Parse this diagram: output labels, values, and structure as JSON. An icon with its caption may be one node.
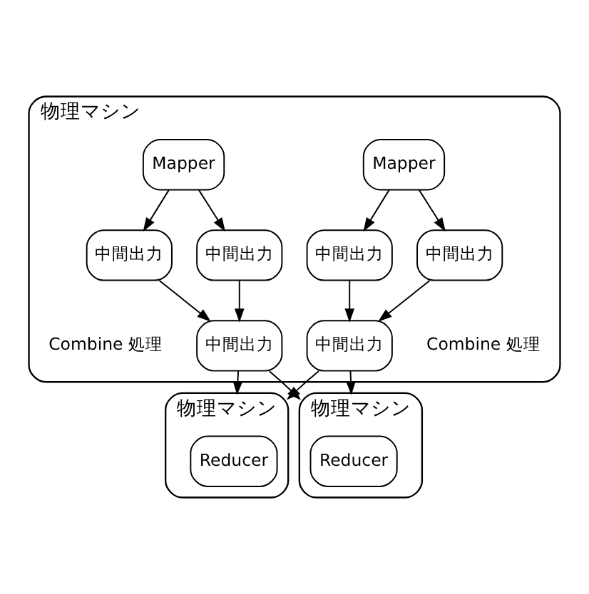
{
  "diagram": {
    "nodes": [
      {
        "text": [
          "物理マシン"
        ]
      },
      {
        "text": [
          "Mapper"
        ],
        "in": 0
      },
      {
        "text": [
          "Mapper"
        ],
        "in": 0
      },
      {
        "text": [
          "中間出力"
        ],
        "in": 0
      },
      {
        "text": [
          "中間出力"
        ],
        "in": 0
      },
      {
        "text": [
          "中間出力"
        ],
        "in": 0
      },
      {
        "text": [
          "中間出力"
        ],
        "in": 0
      },
      {
        "text": [
          "中間出力"
        ],
        "in": 0,
        "beside": [
          "Combine 処理"
        ]
      },
      {
        "text": [
          "中間出力"
        ],
        "in": 0,
        "beside": [
          "Combine 処理"
        ]
      },
      {
        "text": [
          "物理マシン"
        ]
      },
      {
        "text": [
          "Reducer"
        ],
        "in": 9
      },
      {
        "text": [
          "物理マシン"
        ]
      },
      {
        "text": [
          "Reducer"
        ],
        "in": 11
      }
    ],
    "edges": [
      {
        "from": 1,
        "to": 3,
        "arrow": "to"
      },
      {
        "from": 1,
        "to": 4,
        "arrow": "to"
      },
      {
        "from": 2,
        "to": 5,
        "arrow": "to"
      },
      {
        "from": 2,
        "to": 6,
        "arrow": "to"
      },
      {
        "from": 3,
        "to": 7,
        "arrow": "to"
      },
      {
        "from": 4,
        "to": 7,
        "arrow": "to"
      },
      {
        "from": 5,
        "to": 8,
        "arrow": "to"
      },
      {
        "from": 6,
        "to": 8,
        "arrow": "to"
      },
      {
        "from": 7,
        "to": 9,
        "arrow": "to"
      },
      {
        "from": 7,
        "to": 11,
        "arrow": "to"
      },
      {
        "from": 8,
        "to": 9,
        "arrow": "to"
      },
      {
        "from": 8,
        "to": 11,
        "arrow": "to"
      }
    ]
  }
}
